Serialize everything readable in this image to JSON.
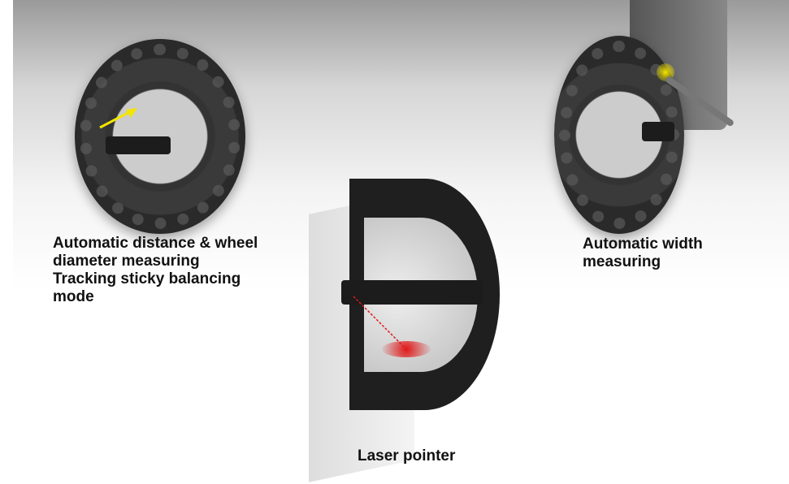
{
  "features": {
    "left": {
      "lines": [
        "Automatic distance & wheel",
        "diameter measuring",
        "Tracking sticky balancing",
        "mode"
      ]
    },
    "right": {
      "lines": [
        "Automatic width",
        "measuring"
      ]
    },
    "center": {
      "lines": [
        "Laser pointer"
      ]
    }
  },
  "colors": {
    "arrow": "#f2e600",
    "laser": "#e01818",
    "highlight": "#f5e600"
  }
}
